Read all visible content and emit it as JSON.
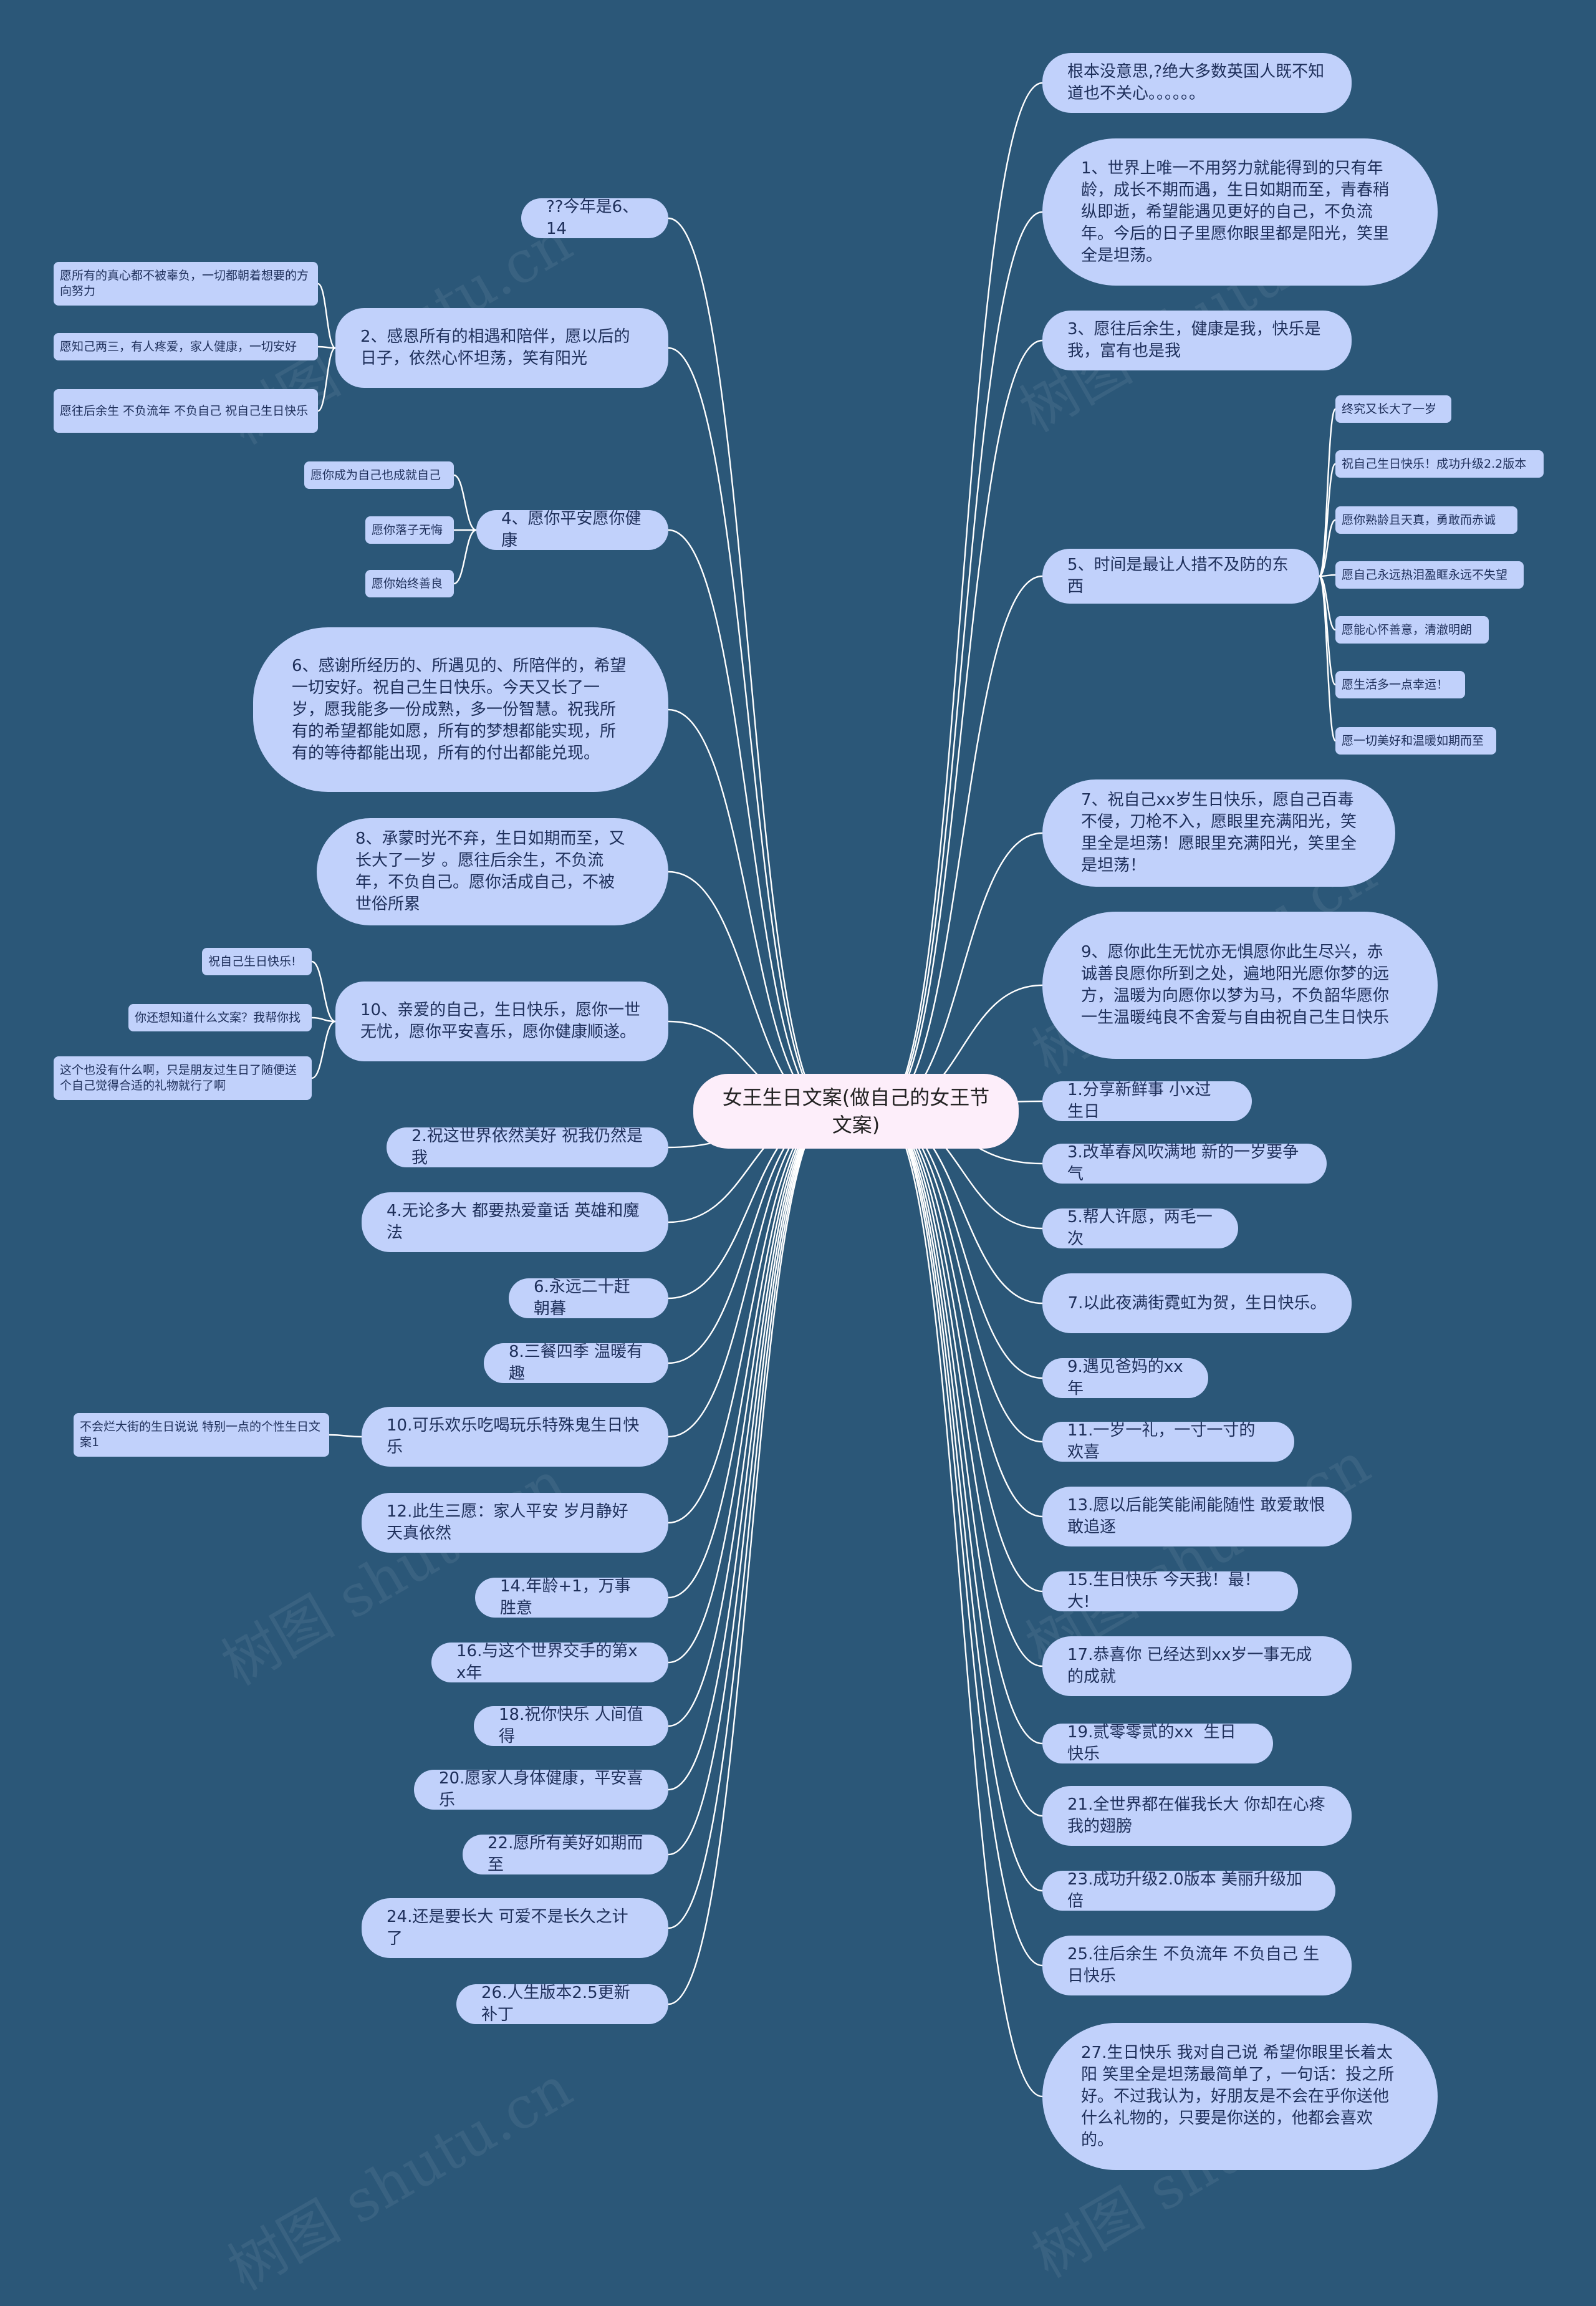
{
  "title": "女王生日文案(做自己的女王节文案)",
  "watermark": "树图 shutu.cn",
  "colors": {
    "background": "#2b5778",
    "node": "#c1d1fb",
    "root": "#fdeefa",
    "edge": "#ffffff",
    "text": "#1e2f5a"
  },
  "right_branches": [
    {
      "text": "根本没意思,?绝大多数英国人既不知道也不关心。。。。。。"
    },
    {
      "text": "1、世界上唯一不用努力就能得到的只有年龄，成长不期而遇，生日如期而至，青春稍纵即逝，希望能遇见更好的自己，不负流年。今后的日子里愿你眼里都是阳光，笑里全是坦荡。"
    },
    {
      "text": "3、愿往后余生，健康是我，快乐是我，富有也是我"
    },
    {
      "text": "5、时间是最让人措不及防的东西",
      "children": [
        "终究又长大了一岁",
        "祝自己生日快乐！成功升级2.2版本",
        "愿你熟龄且天真，勇敢而赤诚",
        "愿自己永远热泪盈眶永远不失望",
        "愿能心怀善意，清澈明朗",
        "愿生活多一点幸运！",
        "愿一切美好和温暖如期而至"
      ]
    },
    {
      "text": "7、祝自己xx岁生日快乐，愿自己百毒不侵，刀枪不入，愿眼里充满阳光，笑里全是坦荡！愿眼里充满阳光，笑里全是坦荡！"
    },
    {
      "text": "9、愿你此生无忧亦无惧愿你此生尽兴，赤诚善良愿你所到之处，遍地阳光愿你梦的远方，温暖为向愿你以梦为马，不负韶华愿你一生温暖纯良不舍爱与自由祝自己生日快乐"
    },
    {
      "text": "1.分享新鲜事 小x过生日"
    },
    {
      "text": "3.改革春风吹满地 新的一岁要争气"
    },
    {
      "text": "5.帮人许愿，两毛一次"
    },
    {
      "text": "7.以此夜满街霓虹为贺，生日快乐。"
    },
    {
      "text": "9.遇见爸妈的xx年"
    },
    {
      "text": "11.一岁一礼，一寸一寸的欢喜"
    },
    {
      "text": "13.愿以后能笑能闹能随性 敢爱敢恨敢追逐"
    },
    {
      "text": "15.生日快乐 今天我！最！大!"
    },
    {
      "text": "17.恭喜你 已经达到xx岁一事无成的成就"
    },
    {
      "text": "19.贰零零贰的xx  生日快乐"
    },
    {
      "text": "21.全世界都在催我长大 你却在心疼我的翅膀"
    },
    {
      "text": "23.成功升级2.0版本 美丽升级加倍"
    },
    {
      "text": "25.往后余生 不负流年 不负自己 生日快乐"
    },
    {
      "text": "27.生日快乐 我对自己说 希望你眼里长着太阳 笑里全是坦荡最简单了，一句话：投之所好。不过我认为，好朋友是不会在乎你送他什么礼物的，只要是你送的，他都会喜欢的。"
    }
  ],
  "left_branches": [
    {
      "text": "??今年是6、14"
    },
    {
      "text": "2、感恩所有的相遇和陪伴，愿以后的日子，依然心怀坦荡，笑有阳光",
      "children": [
        "愿所有的真心都不被辜负，一切都朝着想要的方向努力",
        "愿知己两三，有人疼爱，家人健康，一切安好",
        "愿往后余生 不负流年 不负自己 祝自己生日快乐"
      ]
    },
    {
      "text": "4、愿你平安愿你健康",
      "children": [
        "愿你成为自己也成就自己",
        "愿你落子无悔",
        "愿你始终善良"
      ]
    },
    {
      "text": "6、感谢所经历的、所遇见的、所陪伴的，希望一切安好。祝自己生日快乐。今天又长了一岁，愿我能多一份成熟，多一份智慧。祝我所有的希望都能如愿，所有的梦想都能实现，所有的等待都能出现，所有的付出都能兑现。"
    },
    {
      "text": "8、承蒙时光不弃，生日如期而至，又长大了一岁 。愿往后余生，不负流年，不负自己。愿你活成自己，不被世俗所累"
    },
    {
      "text": "10、亲爱的自己，生日快乐，愿你一世无忧，愿你平安喜乐，愿你健康顺遂。",
      "children": [
        "祝自己生日快乐!",
        "你还想知道什么文案？我帮你找",
        "这个也没有什么啊，只是朋友过生日了随便送个自己觉得合适的礼物就行了啊"
      ]
    },
    {
      "text": "2.祝这世界依然美好 祝我仍然是我"
    },
    {
      "text": "4.无论多大 都要热爱童话 英雄和魔法"
    },
    {
      "text": "6.永远二十赶朝暮"
    },
    {
      "text": "8.三餐四季 温暖有趣"
    },
    {
      "text": "10.可乐欢乐吃喝玩乐特殊鬼生日快乐",
      "children": [
        "不会烂大街的生日说说 特别一点的个性生日文案1"
      ]
    },
    {
      "text": "12.此生三愿：家人平安 岁月静好 天真依然"
    },
    {
      "text": "14.年龄+1，万事胜意"
    },
    {
      "text": "16.与这个世界交手的第xx年"
    },
    {
      "text": "18.祝你快乐 人间值得"
    },
    {
      "text": "20.愿家人身体健康，平安喜乐"
    },
    {
      "text": "22.愿所有美好如期而至"
    },
    {
      "text": "24.还是要长大 可爱不是长久之计了"
    },
    {
      "text": "26.人生版本2.5更新补丁"
    }
  ]
}
